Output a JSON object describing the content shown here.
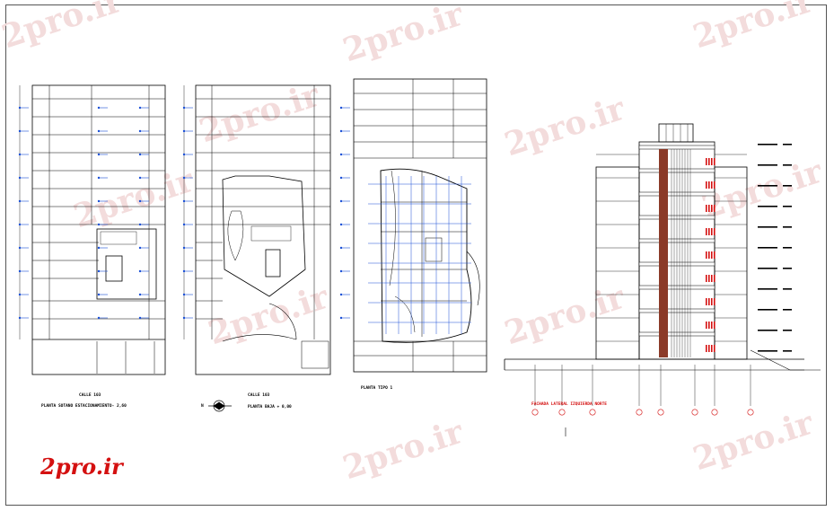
{
  "watermark": "2pro.ir",
  "brand_logo": "2pro.ir",
  "colors": {
    "line": "#000000",
    "dim": "#1a4fd6",
    "accent": "#d41010",
    "column": "#8b3a28"
  },
  "plan_basement": {
    "street_label": "CALLE 103",
    "title": "PLANTA  SOTANO ESTACIONAMIENTO-  2,60"
  },
  "plan_ground": {
    "street_label": "CALLE 103",
    "north_mark": "N",
    "title": "PLANTA  BAJA  + 0,00"
  },
  "plan_typical": {
    "title": "PLANTA   TIPO 1"
  },
  "elevation": {
    "title": "FACHADA  LATERAL IZQUIERDA  NORTE"
  }
}
